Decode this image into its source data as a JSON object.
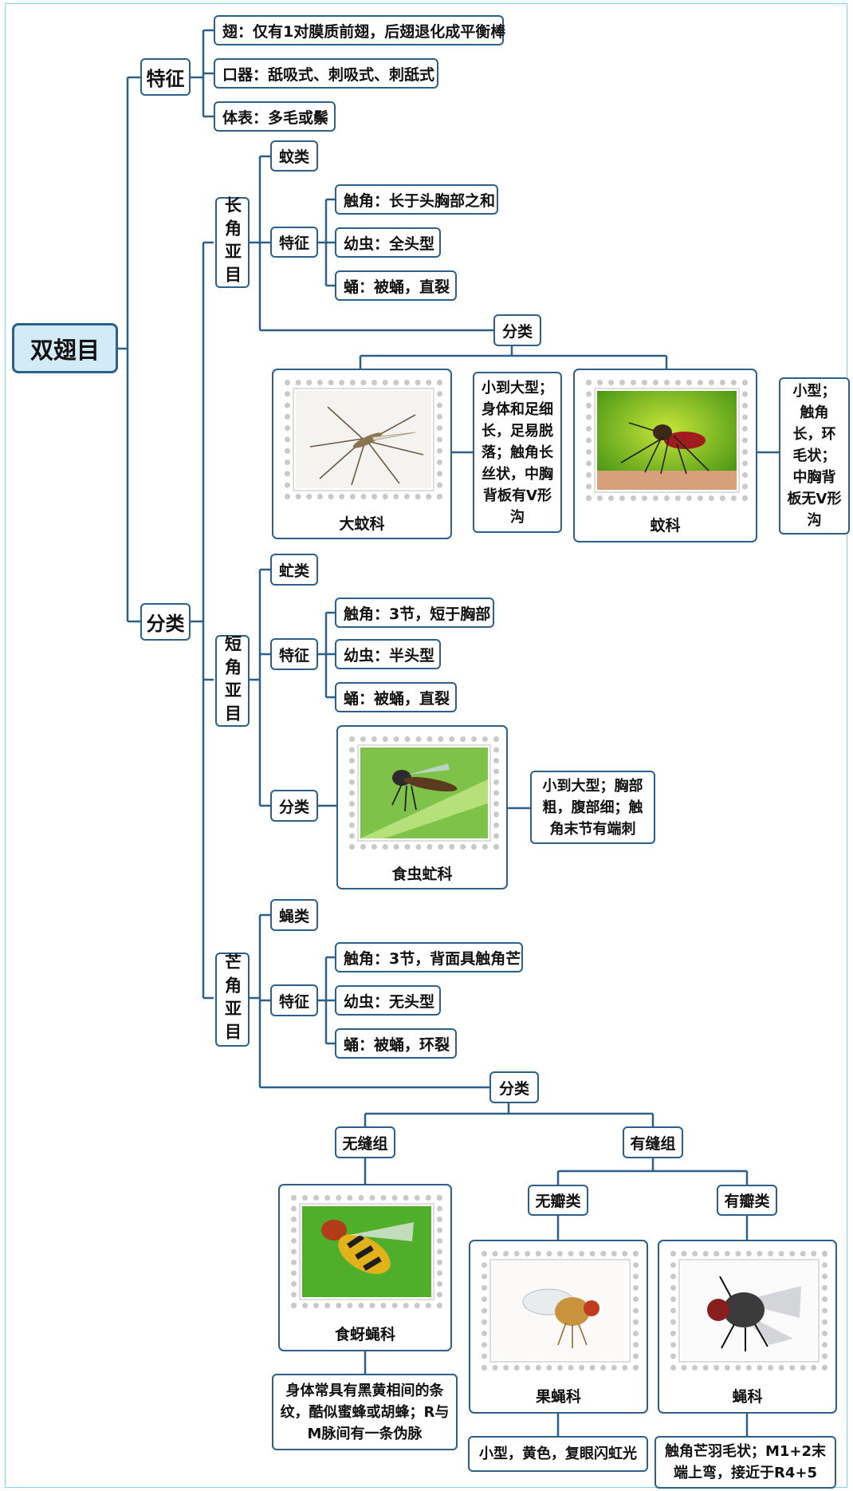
{
  "root": {
    "label": "双翅目"
  },
  "features": {
    "label": "特征",
    "wing": "翅：仅有1对膜质前翅，后翅退化成平衡棒",
    "mouth": "口器：舐吸式、刺吸式、刺舐式",
    "body": "体表：多毛或鬃"
  },
  "classification": {
    "label": "分类"
  },
  "nematocera": {
    "label": "长角亚目",
    "group": "蚊类",
    "features_label": "特征",
    "antenna": "触角：长于头胸部之和",
    "larva": "幼虫：全头型",
    "pupa": "蛹：被蛹，直裂",
    "classify_label": "分类",
    "families": [
      {
        "name": "大蚊科",
        "desc": "小到大型；身体和足细长，足易脱落；触角长丝状，中胸背板有V形沟",
        "icon": "crane-fly-photo"
      },
      {
        "name": "蚊科",
        "desc": "小型；触角长，环毛状；中胸背板无V形沟",
        "icon": "mosquito-photo"
      }
    ]
  },
  "brachycera": {
    "label": "短角亚目",
    "group": "虻类",
    "features_label": "特征",
    "antenna": "触角：3节，短于胸部",
    "larva": "幼虫：半头型",
    "pupa": "蛹：被蛹，直裂",
    "classify_label": "分类",
    "family": {
      "name": "食虫虻科",
      "desc": "小到大型；胸部粗，腹部细；触角末节有端刺",
      "icon": "robber-fly-photo"
    }
  },
  "cyclorrhapha": {
    "label": "芒角亚目",
    "group": "蝇类",
    "features_label": "特征",
    "antenna": "触角：3节，背面具触角芒",
    "larva": "幼虫：无头型",
    "pupa": "蛹：被蛹，环裂",
    "classify_label": "分类",
    "aschiza": {
      "label": "无缝组",
      "family": {
        "name": "食蚜蝇科",
        "desc": "身体常具有黑黄相间的条纹，酷似蜜蜂或胡蜂；R与M脉间有一条伪脉",
        "icon": "hoverfly-photo"
      }
    },
    "schizophora": {
      "label": "有缝组",
      "acalyptratae": {
        "label": "无瓣类",
        "family": {
          "name": "果蝇科",
          "desc": "小型，黄色，复眼闪虹光",
          "icon": "fruit-fly-photo"
        }
      },
      "calyptratae": {
        "label": "有瓣类",
        "family": {
          "name": "蝇科",
          "desc": "触角芒羽毛状；M1+2末端上弯，接近于R4+5",
          "icon": "house-fly-photo"
        }
      }
    }
  },
  "colors": {
    "line": "#2c5f8a",
    "root_fill": "#d2ebf7",
    "frame": "#7fd3ee"
  }
}
